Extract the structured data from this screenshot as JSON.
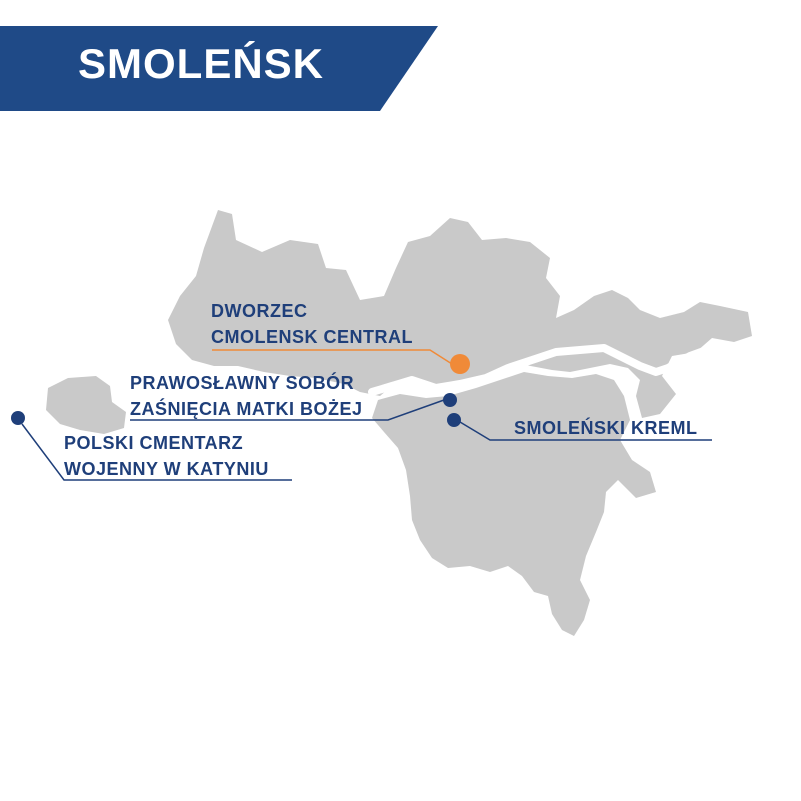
{
  "title": "SMOLEŃSK",
  "colors": {
    "banner": "#1f4a87",
    "land": "#c9c9c9",
    "river": "#ffffff",
    "label_text": "#1f3f7a",
    "marker_dark": "#1f3f7a",
    "marker_orange": "#f08a38",
    "leader_orange": "#f08a38"
  },
  "places": [
    {
      "id": "dworzec",
      "lines": [
        "DWORZEC",
        "CMOLENSK CENTRAL"
      ],
      "marker": "orange-circle"
    },
    {
      "id": "sobor",
      "lines": [
        "PRAWOSŁAWNY SOBÓR",
        "ZAŚNIĘCIA MATKI BOŻEJ"
      ],
      "marker": "dark-circle"
    },
    {
      "id": "kreml",
      "lines": [
        "SMOLEŃSKI KREML"
      ],
      "marker": "dark-circle"
    },
    {
      "id": "katyn",
      "lines": [
        "POLSKI CMENTARZ",
        "WOJENNY W KATYNIU"
      ],
      "marker": "dark-circle"
    }
  ]
}
